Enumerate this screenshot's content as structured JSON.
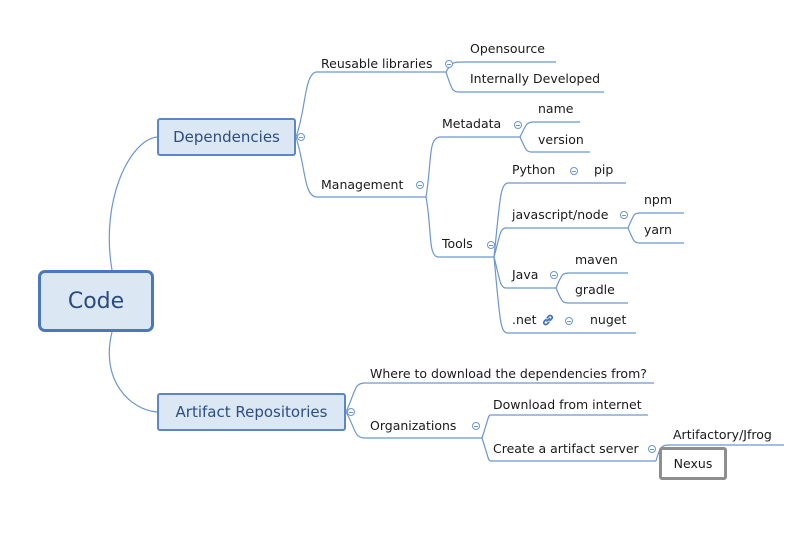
{
  "root": {
    "label": "Code"
  },
  "dependencies": {
    "label": "Dependencies",
    "reusable_libraries": {
      "label": "Reusable libraries",
      "children": [
        "Opensource",
        "Internally Developed"
      ]
    },
    "management": {
      "label": "Management",
      "metadata": {
        "label": "Metadata",
        "children": [
          "name",
          "version"
        ]
      },
      "tools": {
        "label": "Tools",
        "python": {
          "label": "Python",
          "children": [
            "pip"
          ]
        },
        "javascript": {
          "label": "javascript/node",
          "children": [
            "npm",
            "yarn"
          ]
        },
        "java": {
          "label": "Java",
          "children": [
            "maven",
            "gradle"
          ]
        },
        "dotnet": {
          "label": ".net",
          "icon": "link-icon",
          "children": [
            "nuget"
          ]
        }
      }
    }
  },
  "artifact_repositories": {
    "label": "Artifact Repositories",
    "where": {
      "label": "Where to download the dependencies from?"
    },
    "organizations": {
      "label": "Organizations",
      "download": {
        "label": "Download from internet"
      },
      "create_server": {
        "label": "Create a artifact server",
        "children": [
          "Artifactory/Jfrog",
          "Nexus"
        ]
      }
    }
  },
  "colors": {
    "connector": "#6b96cf",
    "topic_fill": "#dce7f4",
    "topic_border": "#5b87c4",
    "selected_border": "#8e8e8e"
  }
}
